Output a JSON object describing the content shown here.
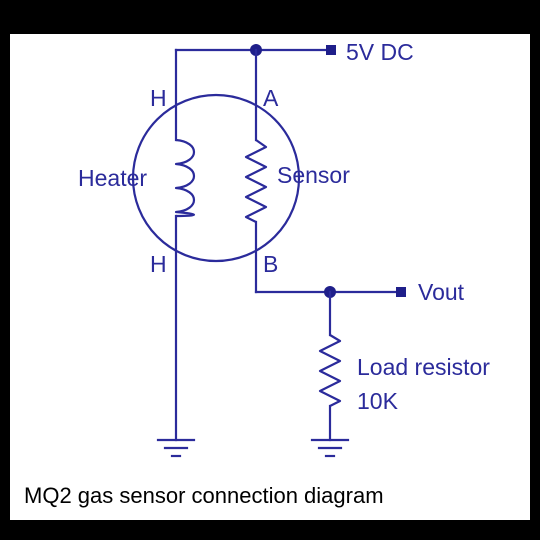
{
  "diagram": {
    "labels": {
      "supply": "5V DC",
      "heater_top": "H",
      "heater_bottom": "H",
      "sensor_top": "A",
      "sensor_bottom": "B",
      "heater": "Heater",
      "sensor": "Sensor",
      "output": "Vout",
      "load_resistor": "Load resistor",
      "load_value": "10K"
    },
    "caption": "MQ2 gas sensor connection diagram"
  },
  "colors": {
    "wire": "#2b2b9b",
    "node": "#1f1f8a",
    "caption": "#000000",
    "frame": "#000000",
    "background": "#ffffff"
  }
}
